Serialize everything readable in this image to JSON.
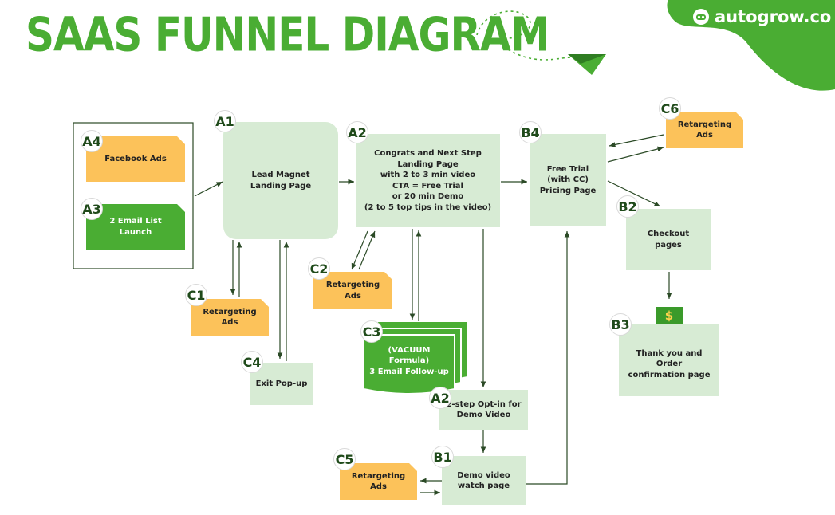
{
  "title": "SAAS FUNNEL DIAGRAM",
  "brand": "autogrow.co",
  "colors": {
    "green": "#4aad33",
    "light_green": "#d7ebd4",
    "yellow": "#fcc25a",
    "dark_green": "#1f4a1a",
    "line": "#2b4a26"
  },
  "icons": [
    "robot-face-icon",
    "paper-plane-icon",
    "dollar-icon"
  ],
  "nodes": {
    "a4": {
      "tag": "A4",
      "label": "Facebook Ads"
    },
    "a3": {
      "tag": "A3",
      "label": "2 Email List\nLaunch"
    },
    "a1": {
      "tag": "A1",
      "label": "Lead Magnet\nLanding Page"
    },
    "a2_main": {
      "tag": "A2",
      "label": "Congrats and Next Step\nLanding Page\nwith 2 to 3 min video\nCTA = Free Trial\nor 20 min Demo\n(2 to 5 top tips in the video)"
    },
    "b4": {
      "tag": "B4",
      "label": "Free Trial\n(with CC)\nPricing Page"
    },
    "c6": {
      "tag": "C6",
      "label": "Retargeting Ads"
    },
    "b2": {
      "tag": "B2",
      "label": "Checkout\npages"
    },
    "b3": {
      "tag": "B3",
      "label": "Thank you and Order\nconfirmation page",
      "icon": "$"
    },
    "c1": {
      "tag": "C1",
      "label": "Retargeting Ads"
    },
    "c2": {
      "tag": "C2",
      "label": "Retargeting Ads"
    },
    "c3": {
      "tag": "C3",
      "label": "(VACUUM Formula)\n3 Email Follow-up"
    },
    "c4": {
      "tag": "C4",
      "label": "Exit Pop-up"
    },
    "a2_optin": {
      "tag": "A2",
      "label": "2-step Opt-in for\nDemo Video"
    },
    "c5": {
      "tag": "C5",
      "label": "Retargeting Ads"
    },
    "b1": {
      "tag": "B1",
      "label": "Demo video\nwatch page"
    }
  }
}
